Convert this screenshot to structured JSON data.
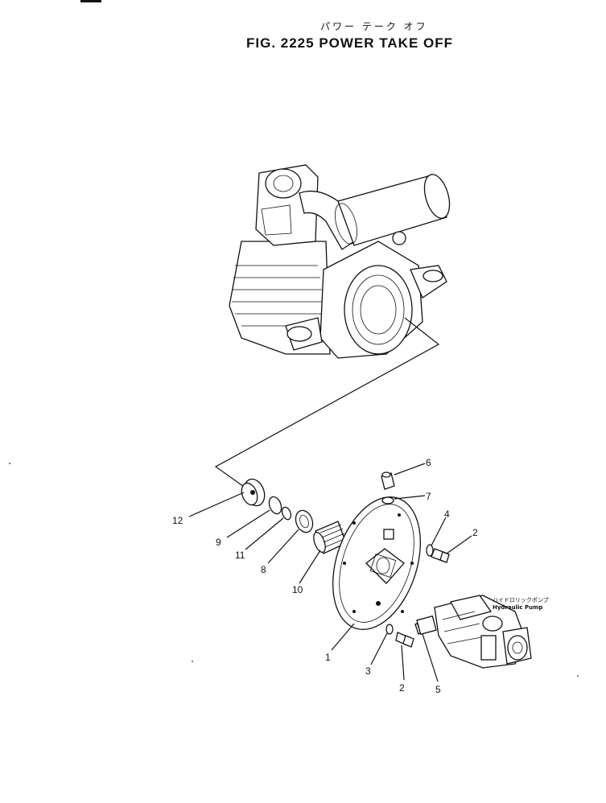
{
  "figure": {
    "title_jp": "パワー テーク オフ",
    "title_en": "FIG. 2225  POWER TAKE OFF"
  },
  "callouts": [
    {
      "id": "12",
      "label": "12"
    },
    {
      "id": "9",
      "label": "9"
    },
    {
      "id": "11",
      "label": "11"
    },
    {
      "id": "8",
      "label": "8"
    },
    {
      "id": "10",
      "label": "10"
    },
    {
      "id": "1",
      "label": "1"
    },
    {
      "id": "3",
      "label": "3"
    },
    {
      "id": "2a",
      "label": "2"
    },
    {
      "id": "5",
      "label": "5"
    },
    {
      "id": "6",
      "label": "6"
    },
    {
      "id": "7",
      "label": "7"
    },
    {
      "id": "4",
      "label": "4"
    },
    {
      "id": "2b",
      "label": "2"
    }
  ],
  "hydraulic_pump": {
    "label_jp": "ハイドロリックポンプ",
    "label_en": "Hydraulic Pump"
  }
}
